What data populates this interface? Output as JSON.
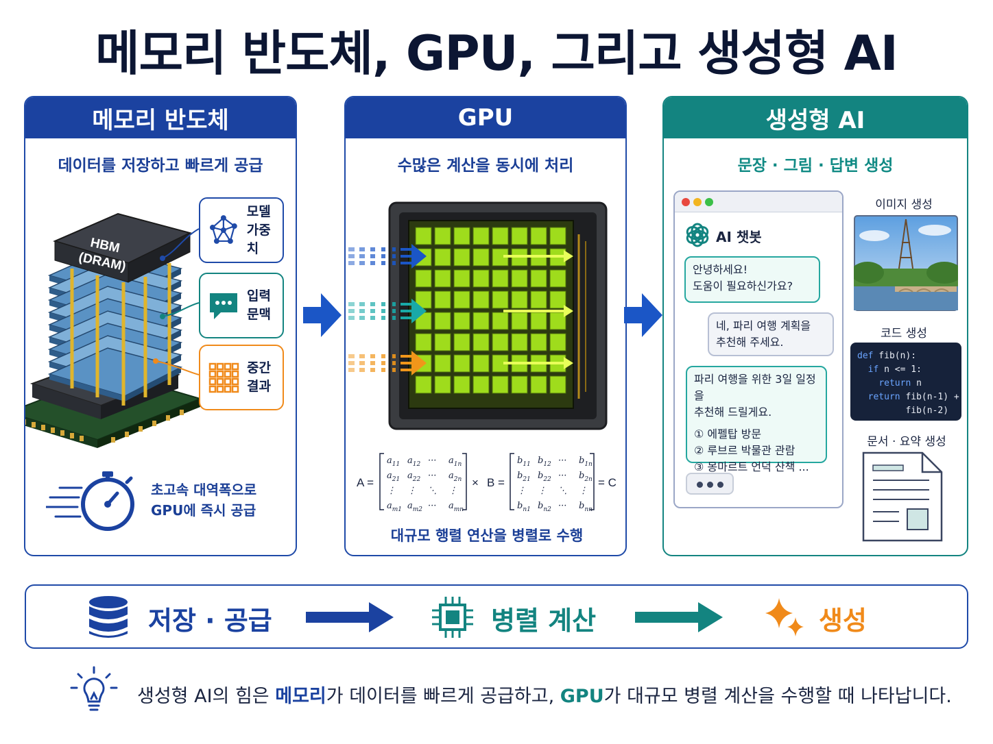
{
  "title": "메모리 반도체, GPU, 그리고 생성형 AI",
  "memory": {
    "header": "메모리 반도체",
    "subtitle": "데이터를 저장하고 빠르게 공급",
    "chip_label_1": "HBM",
    "chip_label_2": "(DRAM)",
    "cards": [
      {
        "line1": "모델",
        "line2": "가중치"
      },
      {
        "line1": "입력",
        "line2": "문맥"
      },
      {
        "line1": "중간",
        "line2": "결과"
      }
    ],
    "speed_line1": "초고속 대역폭으로",
    "speed_line2": "GPU에 즉시 공급"
  },
  "gpu": {
    "header": "GPU",
    "subtitle": "수많은 계산을 동시에 처리",
    "matrix_a_label": "A =",
    "times": "×",
    "matrix_b_label": "B =",
    "result": "= C",
    "matrix_a": [
      "a11",
      "a12",
      "···",
      "a1n",
      "a21",
      "a22",
      "···",
      "a2n",
      "⋮",
      "⋮",
      "⋱",
      "⋮",
      "am1",
      "am2",
      "···",
      "amn"
    ],
    "matrix_b": [
      "b11",
      "b12",
      "···",
      "b1n",
      "b21",
      "b22",
      "···",
      "b2n",
      "⋮",
      "⋮",
      "⋱",
      "⋮",
      "bn1",
      "bn2",
      "···",
      "bnn"
    ],
    "caption": "대규모 행렬 연산을 병렬로 수행"
  },
  "ai": {
    "header": "생성형 AI",
    "subtitle": "문장 · 그림 · 답변 생성",
    "chatbot_title": "AI 챗봇",
    "bot_msg_1_line1": "안녕하세요!",
    "bot_msg_1_line2": "도움이 필요하신가요?",
    "user_msg_line1": "네, 파리 여행 계획을",
    "user_msg_line2": "추천해 주세요.",
    "bot_msg_2_line1": "파리 여행을 위한 3일 일정을",
    "bot_msg_2_line2": "추천해 드릴게요.",
    "itinerary": [
      "① 에펠탑 방문",
      "② 루브르 박물관 관람",
      "③ 몽마르트 언덕 산책 ..."
    ],
    "image_gen_label": "이미지 생성",
    "code_gen_label": "코드 생성",
    "doc_gen_label": "문서 · 요약 생성",
    "code": {
      "l1_kw": "def",
      "l1": " fib(n):",
      "l2_kw": "if",
      "l2": " n <= 1:",
      "l3_kw": "return",
      "l3": " n",
      "l4_kw": "return",
      "l4": " fib(n-1) +",
      "l5": "fib(n-2)"
    }
  },
  "flow": {
    "step1": "저장 · 공급",
    "step2": "병렬 계산",
    "step3": "생성"
  },
  "footer": {
    "p1": "생성형 AI의 힘은 ",
    "hl1": "메모리",
    "p2": "가 데이터를 빠르게 공급하고, ",
    "hl2": "GPU",
    "p3": "가 대규모 병렬 계산을 수행할 때 나타납니다."
  },
  "colors": {
    "navy": "#1b42a0",
    "teal": "#138480",
    "orange": "#f08a1a",
    "gpu_green": "#9fdc1c"
  }
}
